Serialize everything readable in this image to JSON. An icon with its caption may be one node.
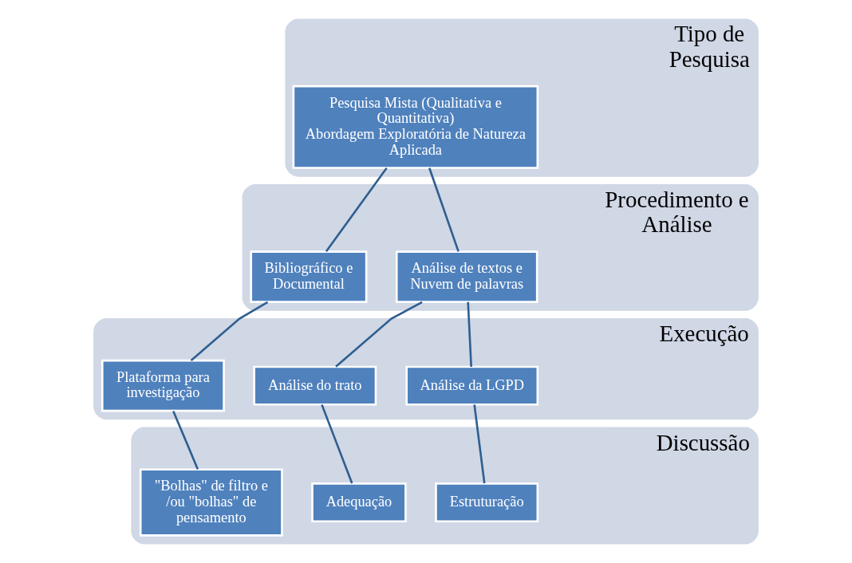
{
  "diagram": {
    "nodes": [
      {
        "text": [
          "Tipo de Pesquisa"
        ]
      },
      {
        "text": [
          "Pesquisa Mista (Qualitativa e Quantitativa)",
          "Abordagem Exploratória de Natureza Aplicada"
        ],
        "in": 0
      },
      {
        "text": [
          "Procedimento e Análise"
        ]
      },
      {
        "text": [
          "Análise de textos e Nuvem de palavras"
        ],
        "in": 2
      },
      {
        "text": [
          "Bibliográfico e Documental"
        ],
        "in": 2
      },
      {
        "text": [
          "Execução"
        ]
      },
      {
        "text": [
          "Análise da LGPD"
        ],
        "in": 5
      },
      {
        "text": [
          "Análise do trato"
        ],
        "in": 5
      },
      {
        "text": [
          "Plataforma para investigação"
        ],
        "in": 5
      },
      {
        "text": [
          "Discussão"
        ]
      },
      {
        "text": [
          "Estruturação"
        ],
        "in": 9
      },
      {
        "text": [
          "Adequação"
        ],
        "in": 9
      },
      {
        "text": [
          "\"Bolhas\" de filtro e /ou \"bolhas\" de pensamento"
        ],
        "in": 9
      }
    ],
    "edges": [
      {
        "from": 1,
        "to": 3,
        "arrow": "none"
      },
      {
        "from": 1,
        "to": 4,
        "arrow": "none"
      },
      {
        "from": 3,
        "to": 6,
        "arrow": "none"
      },
      {
        "from": 3,
        "to": 7,
        "arrow": "none"
      },
      {
        "from": 4,
        "to": 8,
        "arrow": "none"
      },
      {
        "from": 6,
        "to": 10,
        "arrow": "none"
      },
      {
        "from": 7,
        "to": 11,
        "arrow": "none"
      },
      {
        "from": 8,
        "to": 12,
        "arrow": "none"
      }
    ]
  }
}
